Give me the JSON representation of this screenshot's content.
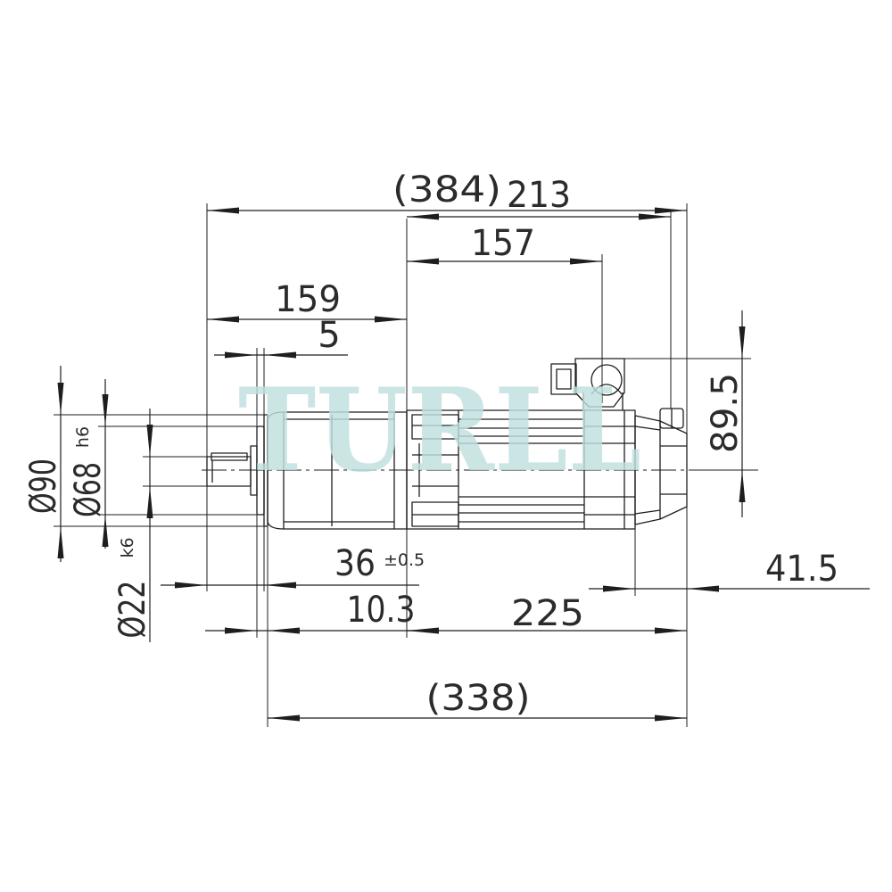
{
  "watermark": "TURLL",
  "colors": {
    "line": "#1e1e1e",
    "text": "#2b2b2b",
    "watermark": "#bfe0df",
    "background": "#ffffff"
  },
  "dimensions": {
    "total_length": "(384)",
    "motor_length": "213",
    "connector_offset": "157",
    "gearbox_length": "159",
    "pilot_step": "5",
    "connector_height": "89.5",
    "flange_diameter": "Ø90",
    "pilot_diameter": "Ø68",
    "pilot_fit": "h6",
    "shaft_diameter": "Ø22",
    "shaft_fit": "k6",
    "shaft_length": "36",
    "shaft_length_tolerance": "±0.5",
    "rear_cover_length": "41.5",
    "flange_offset": "10.3",
    "motor_body_length": "225",
    "length_from_flange": "(338)"
  }
}
